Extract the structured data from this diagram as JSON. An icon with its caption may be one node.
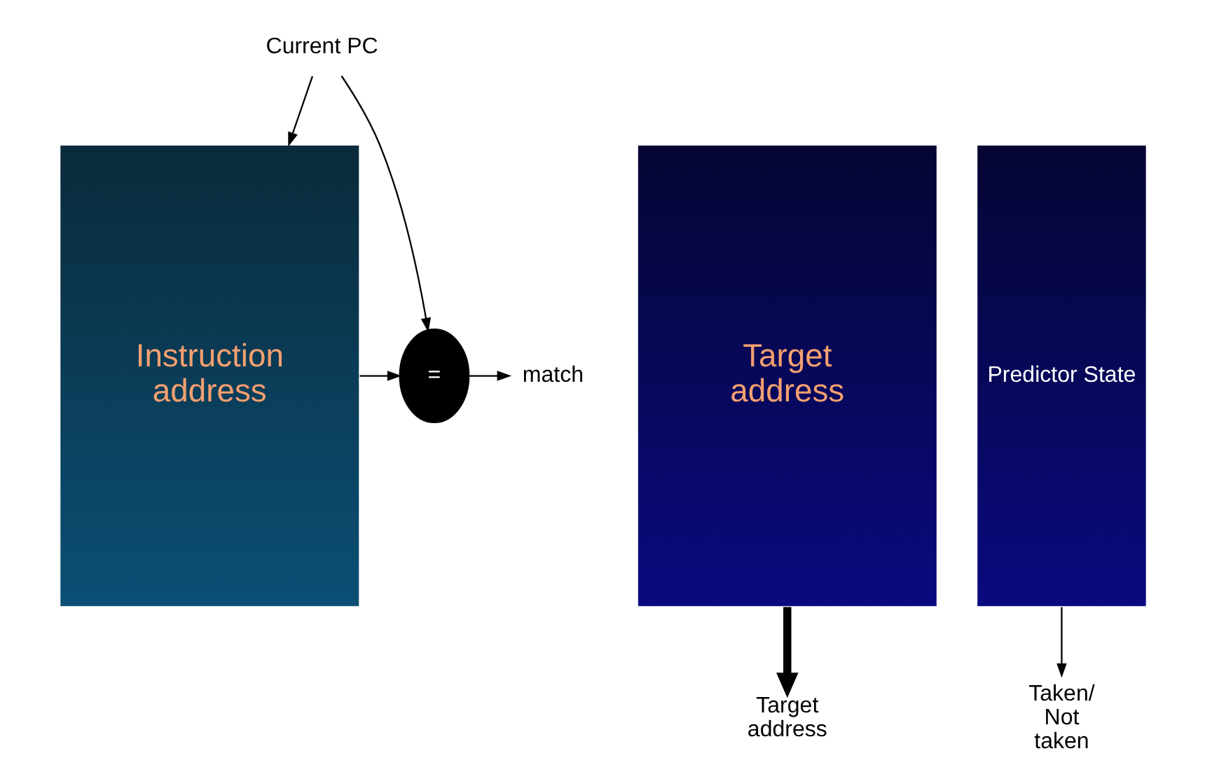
{
  "diagram": {
    "nodes": [
      {
        "text": [
          "Current PC"
        ]
      },
      {
        "text": [
          "="
        ]
      },
      {
        "text": [
          "Instruction address"
        ]
      },
      {
        "text": [
          "Target address"
        ]
      },
      {
        "text": [
          "Predictor State"
        ]
      },
      {
        "text": [
          "Target address"
        ]
      },
      {
        "text": [
          "Taken/ Not taken"
        ]
      },
      {
        "text": [
          "match"
        ]
      }
    ],
    "edges": [
      {
        "from": 0,
        "to": 2,
        "arrow": "to"
      },
      {
        "from": 0,
        "to": 1,
        "arrow": "to"
      },
      {
        "from": 2,
        "to": 1,
        "arrow": "to"
      },
      {
        "from": 1,
        "to": 7,
        "arrow": "to"
      },
      {
        "from": 3,
        "to": 5,
        "arrow": "to",
        "style": "thick"
      },
      {
        "from": 4,
        "to": 6,
        "arrow": "to"
      }
    ]
  }
}
